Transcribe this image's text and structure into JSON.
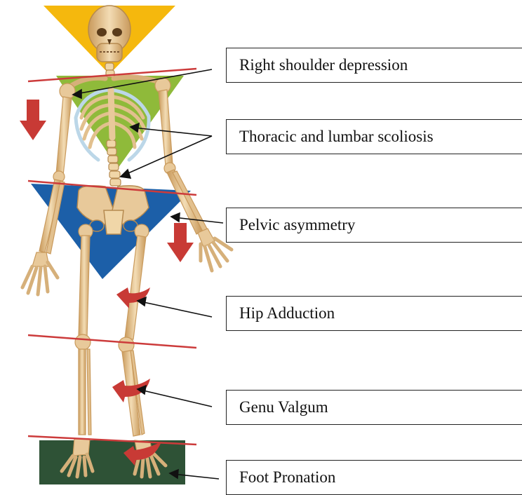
{
  "labels": {
    "shoulder": "Right shoulder depression",
    "scoliosis": "Thoracic and lumbar scoliosis",
    "pelvic": "Pelvic asymmetry",
    "hip": "Hip Adduction",
    "genu": "Genu Valgum",
    "foot": "Foot Pronation"
  },
  "colors": {
    "head_triangle": "#f5b80d",
    "shoulder_triangle": "#8fba3a",
    "pelvic_triangle": "#1c5fa8",
    "foot_block": "#2e5236",
    "level_line": "#cc3b3b",
    "down_arrow": "#c83a35",
    "bone": "#e8c99a",
    "bone_shade": "#c99a5c",
    "leader_line": "#111111"
  },
  "icons": {
    "down_arrow": "down-arrow-icon",
    "rotation_arrow": "curved-rotation-arrow-icon"
  }
}
